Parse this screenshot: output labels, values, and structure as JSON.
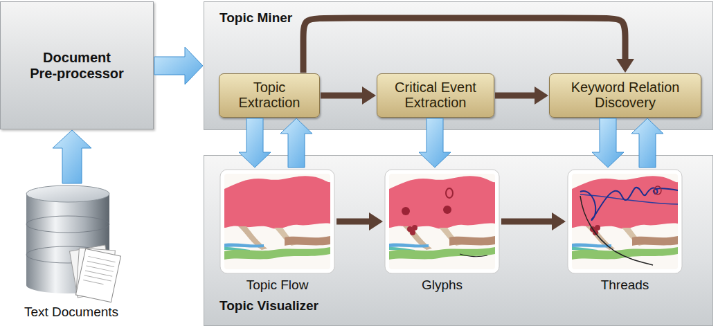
{
  "diagram": {
    "nodes": [
      {
        "text": [
          "Document Pre-processor"
        ]
      },
      {
        "text": [
          "Topic Miner"
        ]
      },
      {
        "text": [
          "Topic Extraction"
        ],
        "in": 1
      },
      {
        "text": [
          "Critical Event Extraction"
        ],
        "in": 1
      },
      {
        "text": [
          "Keyword Relation Discovery"
        ],
        "in": 1
      },
      {
        "text": [
          "Topic Visualizer"
        ]
      },
      {
        "text": [
          "Topic Flow"
        ],
        "in": 5
      },
      {
        "text": [
          "Glyphs"
        ],
        "in": 5
      },
      {
        "text": [
          "Threads"
        ],
        "in": 5
      },
      {
        "text": [
          "Text Documents"
        ]
      }
    ],
    "edges": [
      {
        "from": 9,
        "to": 0,
        "arrow": "to"
      },
      {
        "from": 0,
        "to": 1,
        "arrow": "to"
      },
      {
        "from": 2,
        "to": 3,
        "arrow": "to"
      },
      {
        "from": 3,
        "to": 4,
        "arrow": "to"
      },
      {
        "from": 2,
        "to": 4,
        "arrow": "to"
      },
      {
        "from": 2,
        "to": 6,
        "arrow": "to"
      },
      {
        "from": 6,
        "to": 2,
        "arrow": "to"
      },
      {
        "from": 3,
        "to": 7,
        "arrow": "to"
      },
      {
        "from": 4,
        "to": 8,
        "arrow": "to"
      },
      {
        "from": 8,
        "to": 4,
        "arrow": "to"
      },
      {
        "from": 6,
        "to": 7,
        "arrow": "to"
      },
      {
        "from": 7,
        "to": 8,
        "arrow": "to"
      }
    ]
  }
}
